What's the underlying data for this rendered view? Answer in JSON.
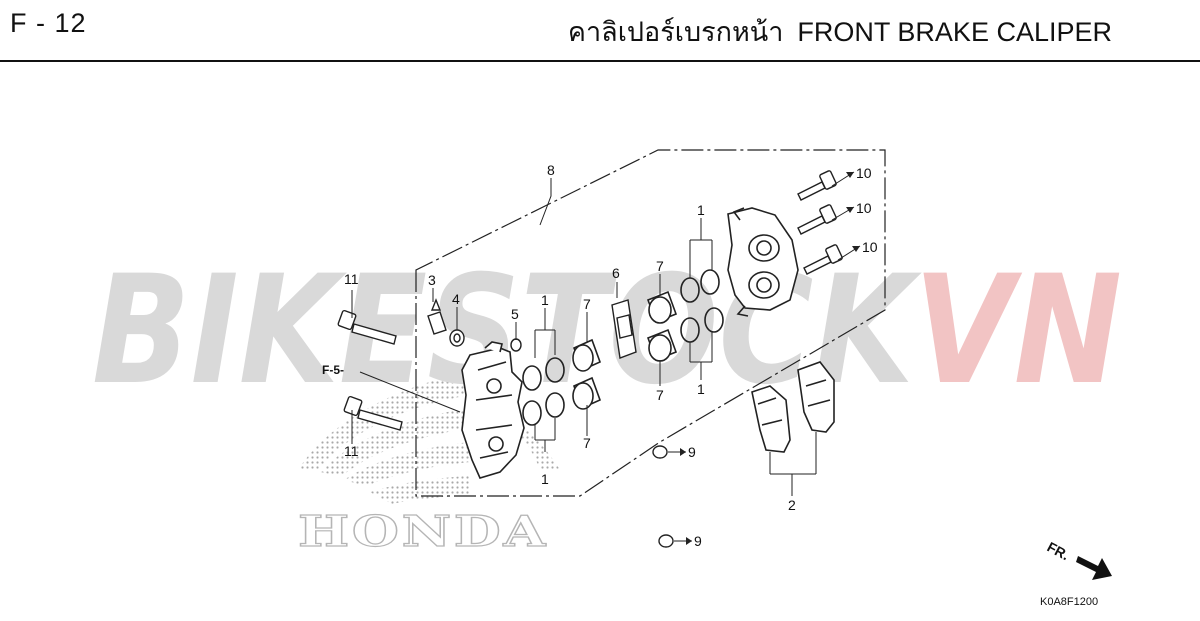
{
  "header": {
    "page_code": "F - 12",
    "title_thai": "คาลิเปอร์เบรกหน้า",
    "title_english": "FRONT BRAKE CALIPER"
  },
  "watermark": {
    "text_gray": "BIKESTOCK",
    "text_red": "VN",
    "color_gray": "#d9d9d9",
    "color_red": "#f2c4c4"
  },
  "brand_logo": {
    "text": "HONDA",
    "color": "#c8c8c8"
  },
  "callouts": {
    "c1_a": "1",
    "c1_b": "1",
    "c1_c": "1",
    "c1_d": "1",
    "c2": "2",
    "c3": "3",
    "c4": "4",
    "c5": "5",
    "c6": "6",
    "c7_a": "7",
    "c7_b": "7",
    "c7_c": "7",
    "c7_d": "7",
    "c8": "8",
    "c9_a": "9",
    "c9_b": "9",
    "c10_a": "10",
    "c10_b": "10",
    "c10_c": "10",
    "c11_a": "11",
    "c11_b": "11"
  },
  "cross_ref": "F-5-",
  "direction_marker": "FR.",
  "diagram_code": "K0A8F1200"
}
